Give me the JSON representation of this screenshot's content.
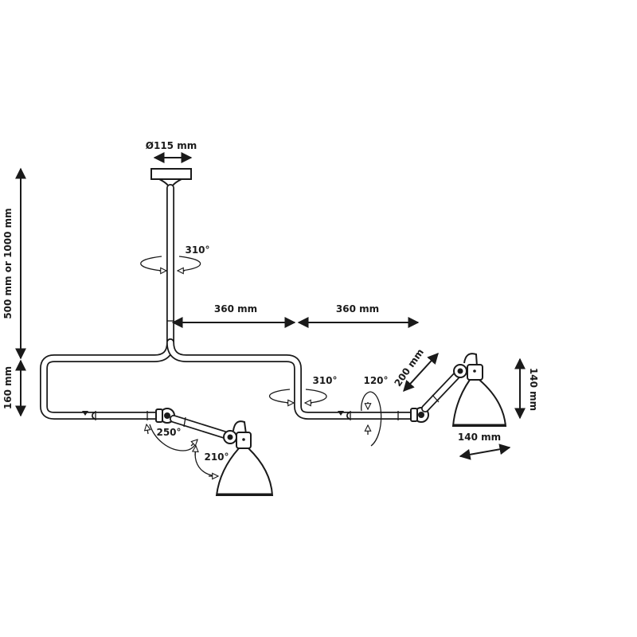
{
  "dimensions": {
    "canopy_diameter": "Ø115 mm",
    "stem_rotation": "310°",
    "total_height": "500 mm or 1000 mm",
    "arm_reach_left": "360 mm",
    "arm_reach_right": "360 mm",
    "frame_height": "160 mm",
    "frame_rotation": "310°",
    "arm_tilt": "120°",
    "arm_length": "200 mm",
    "shade_height": "140 mm",
    "shade_width": "140 mm",
    "joint_rotation_1": "250°",
    "joint_rotation_2": "210°"
  },
  "colors": {
    "ink": "#1a1a1a",
    "background": "#ffffff"
  }
}
